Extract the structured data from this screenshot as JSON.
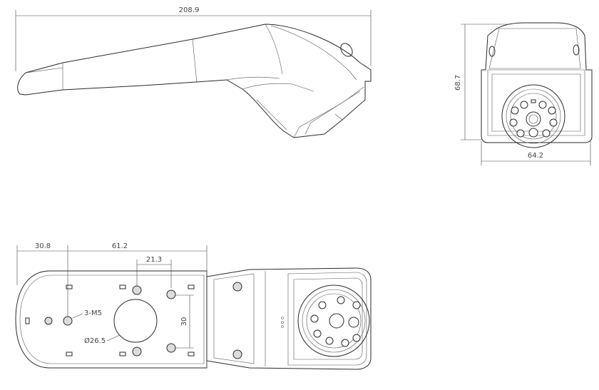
{
  "dimensions": {
    "side_length": "208.9",
    "front_height": "68.7",
    "front_width": "64.2",
    "bottom_offset": "30.8",
    "bottom_span": "61.2",
    "hole_spacing_x": "21.3",
    "hole_spacing_y": "30",
    "thread_callout": "3-M5",
    "bore_callout": "Ø26.5"
  }
}
